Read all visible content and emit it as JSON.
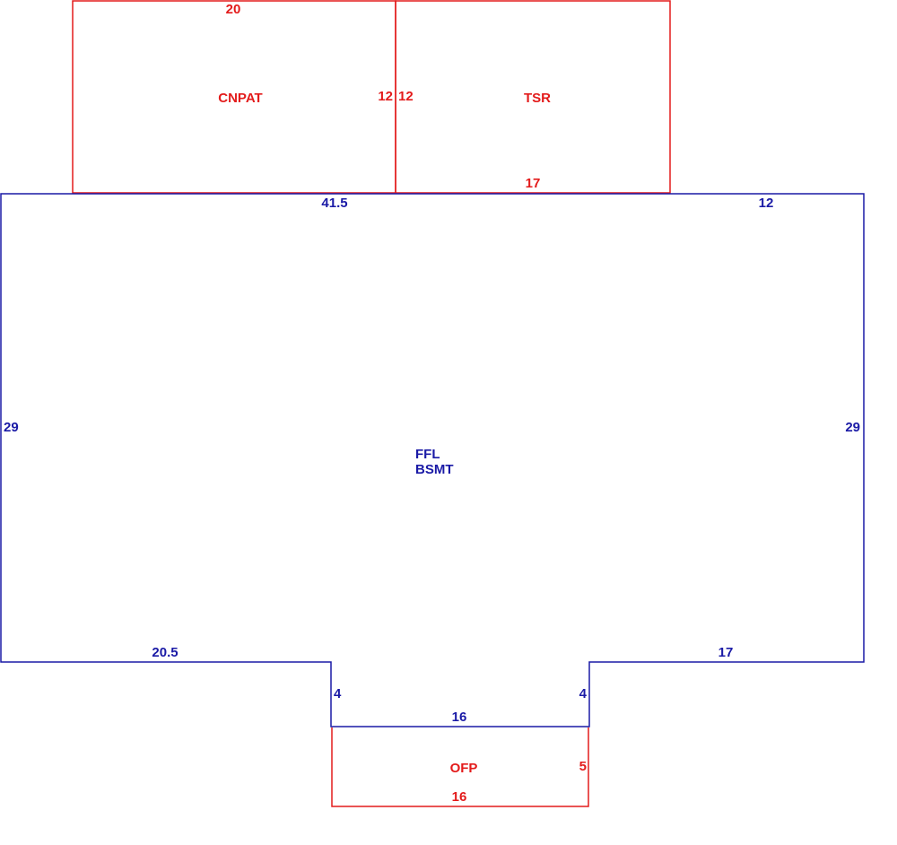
{
  "colors": {
    "addition_outline": "#e31b1b",
    "main_outline": "#1a1aa6"
  },
  "areas": {
    "cnpat": {
      "name": "CNPAT",
      "dimensions": {
        "top": "20",
        "right": "12"
      }
    },
    "tsr": {
      "name": "TSR",
      "dimensions": {
        "left": "12",
        "bottom": "17"
      }
    },
    "main": {
      "name_line1": "FFL",
      "name_line2": "BSMT",
      "dimensions": {
        "top_left": "41.5",
        "top_right": "12",
        "left": "29",
        "right": "29",
        "bottom_left": "20.5",
        "bottom_right": "17",
        "notch_left": "4",
        "notch_right": "4",
        "notch_bottom": "16"
      }
    },
    "ofp": {
      "name": "OFP",
      "dimensions": {
        "right": "5",
        "bottom": "16"
      }
    }
  }
}
